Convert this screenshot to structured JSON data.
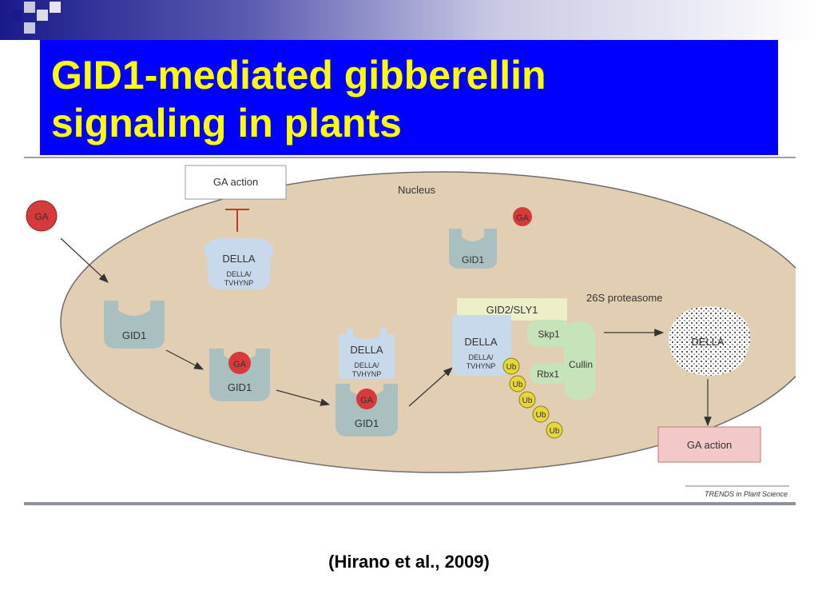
{
  "slide": {
    "title_line1": "GID1-mediated gibberellin",
    "title_line2": "signaling in plants",
    "citation": "(Hirano et al., 2009)"
  },
  "colors": {
    "title_bg": "#0000ff",
    "title_text": "#ffff00",
    "nucleus_fill": "#e2cfb3",
    "ga_red": "#d63a3a",
    "gid1_grey": "#a9bfc0",
    "della_blue": "#c7d9ea",
    "gid2_yellow": "#ecefc8",
    "green_complex": "#c7e3b9",
    "ub_yellow": "#e7d63b",
    "ga_action_pink": "#f3c8c8"
  },
  "diagram": {
    "nucleus_label": "Nucleus",
    "ga_outside": "GA",
    "ga_action_top": "GA action",
    "della_top": "DELLA",
    "della_top_domain_1": "DELLA/",
    "della_top_domain_2": "TVHYNP",
    "gid1_left": "GID1",
    "ga_step2": "GA",
    "gid1_step2": "GID1",
    "della_complex": "DELLA",
    "della_complex_domain_1": "DELLA/",
    "della_complex_domain_2": "TVHYNP",
    "ga_complex": "GA",
    "gid1_complex": "GID1",
    "ga_recycled": "GA",
    "gid1_recycled": "GID1",
    "gid2_sly1": "GID2/SLY1",
    "della_scf": "DELLA",
    "della_scf_domain_1": "DELLA/",
    "della_scf_domain_2": "TVHYNP",
    "skp1": "Skp1",
    "cullin": "Cullin",
    "rbx1": "Rbx1",
    "ub_1": "Ub",
    "ub_2": "Ub",
    "ub_3": "Ub",
    "ub_4": "Ub",
    "ub_5": "Ub",
    "proteasome_label": "26S proteasome",
    "della_degraded": "DELLA",
    "ga_action_bottom": "GA action",
    "trends_credit": "TRENDS in Plant Science"
  }
}
